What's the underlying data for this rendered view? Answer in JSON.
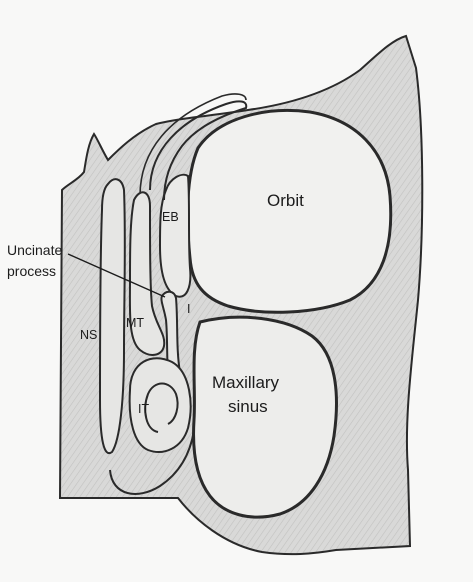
{
  "labels": {
    "orbit": "Orbit",
    "maxillary_line1": "Maxillary",
    "maxillary_line2": "sinus",
    "uncinate_line1": "Uncinate",
    "uncinate_line2": "process",
    "eb": "EB",
    "ns": "NS",
    "mt": "MT",
    "it": "IT",
    "i": "I"
  },
  "colors": {
    "background": "#f8f8f7",
    "stroke": "#2a2a2a",
    "bone_fill": "#dcdcdc",
    "cavity_fill": "#ececea",
    "text": "#1c1c1c"
  }
}
